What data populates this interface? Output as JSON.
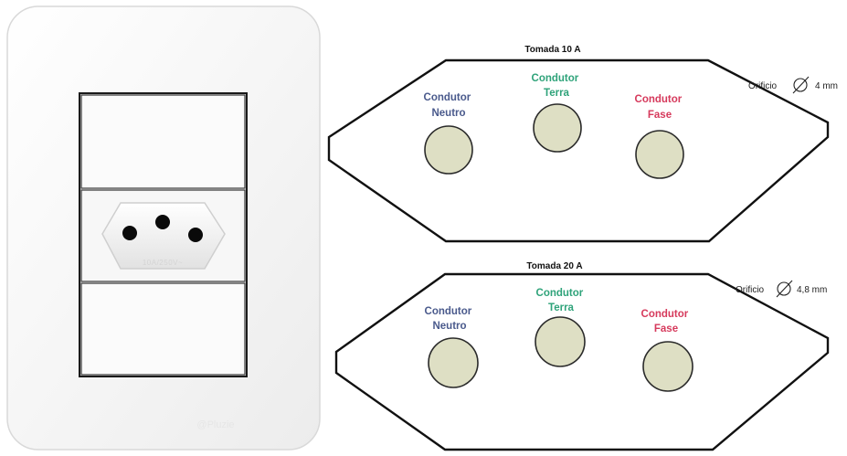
{
  "socket_photo": {
    "rating_text": "10A/250V~",
    "brand_text": "@Pluzie"
  },
  "diagram_10a": {
    "title": "Tomada 10 A",
    "hole_note_prefix": "Orificio",
    "hole_note_value": "4 mm",
    "neutral": {
      "line1": "Condutor",
      "line2": "Neutro",
      "color": "#4a5a8c"
    },
    "earth": {
      "line1": "Condutor",
      "line2": "Terra",
      "color": "#2fa37a"
    },
    "phase": {
      "line1": "Condutor",
      "line2": "Fase",
      "color": "#d63a5c"
    }
  },
  "diagram_20a": {
    "title": "Tomada 20 A",
    "hole_note_prefix": "Orificio",
    "hole_note_value": "4,8 mm",
    "neutral": {
      "line1": "Condutor",
      "line2": "Neutro",
      "color": "#4a5a8c"
    },
    "earth": {
      "line1": "Condutor",
      "line2": "Terra",
      "color": "#2fa37a"
    },
    "phase": {
      "line1": "Condutor",
      "line2": "Fase",
      "color": "#d63a5c"
    }
  },
  "colors": {
    "hole_fill": "#dedfc4",
    "outline": "#111111"
  }
}
